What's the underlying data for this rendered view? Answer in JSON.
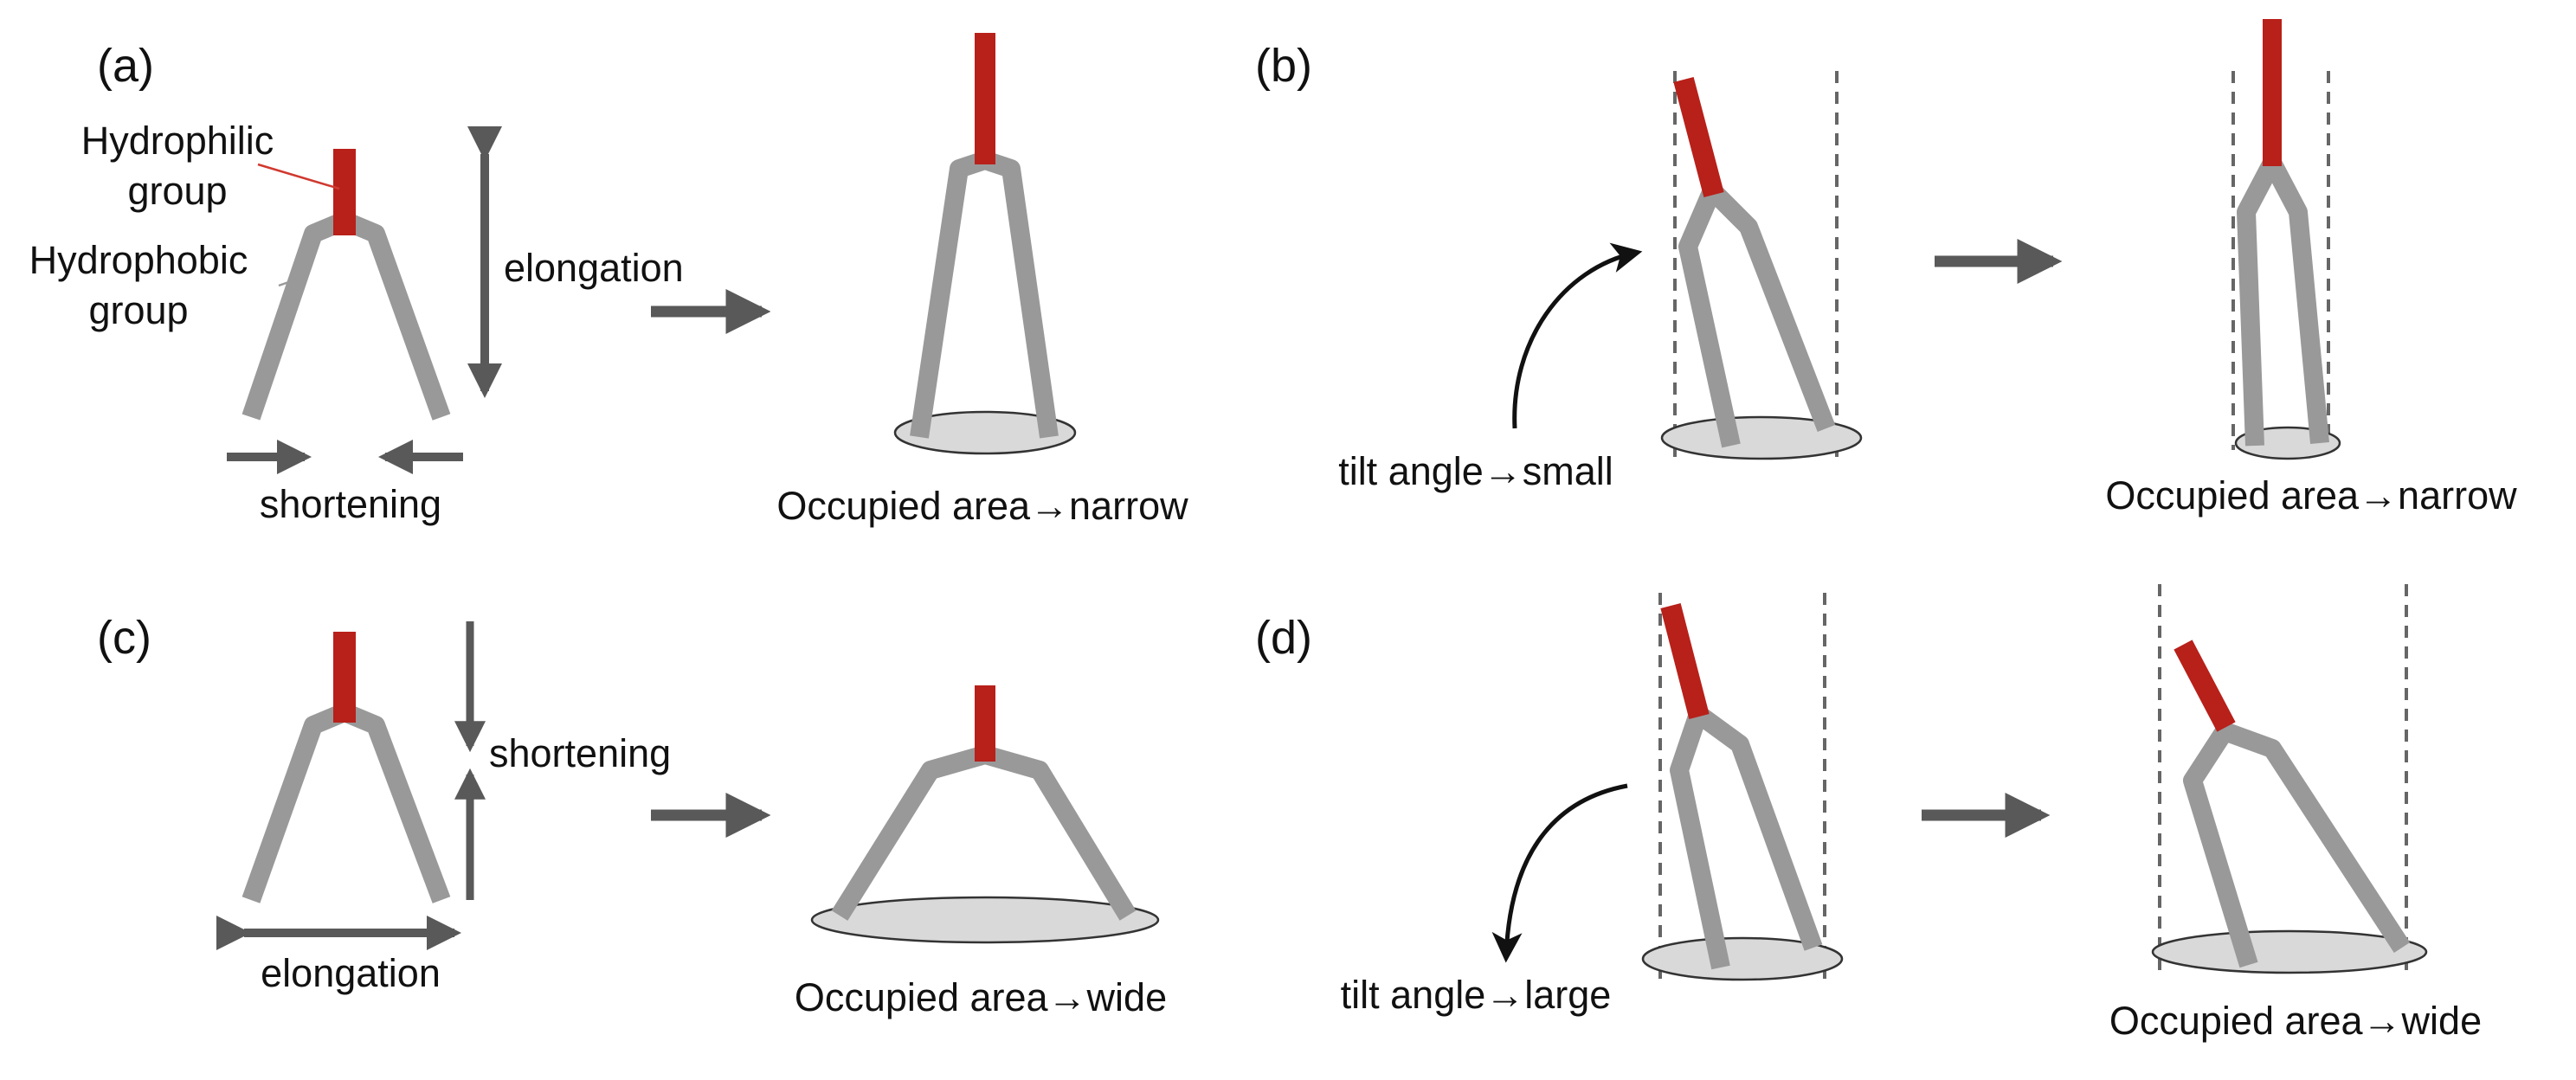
{
  "colors": {
    "hydrophilic": "#b8201a",
    "hydrophobic": "#999999",
    "arrow": "#595959",
    "dashed": "#666666",
    "ellipse_fill": "#d9d9d9",
    "ellipse_stroke": "#333333"
  },
  "panels": {
    "a": {
      "label": "(a)",
      "hydrophilic_label_1": "Hydrophilic",
      "hydrophilic_label_2": "group",
      "hydrophobic_label_1": "Hydrophobic",
      "hydrophobic_label_2": "group",
      "elongation": "elongation",
      "shortening": "shortening",
      "result": "Occupied area→narrow"
    },
    "b": {
      "label": "(b)",
      "tilt": "tilt angle→small",
      "result": "Occupied area→narrow"
    },
    "c": {
      "label": "(c)",
      "shortening": "shortening",
      "elongation": "elongation",
      "result": "Occupied area→wide"
    },
    "d": {
      "label": "(d)",
      "tilt": "tilt angle→large",
      "result": "Occupied area→wide"
    }
  }
}
